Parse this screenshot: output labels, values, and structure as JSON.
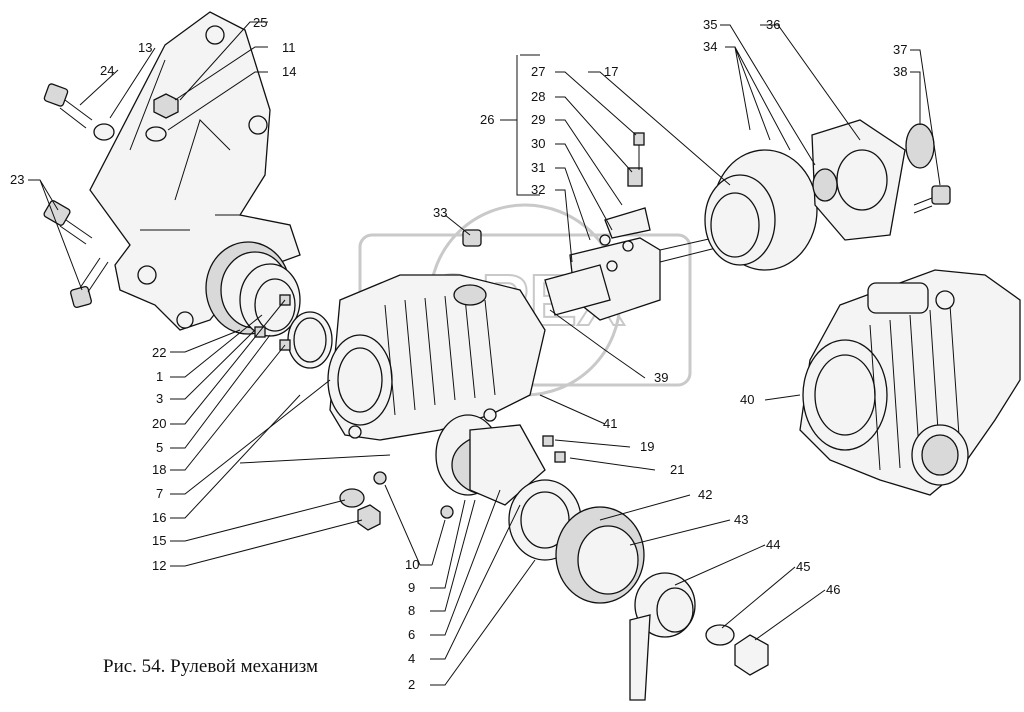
{
  "caption": "Рис. 54. Рулевой механизм",
  "watermark": "OPEX",
  "callouts": {
    "c1": "1",
    "c2": "2",
    "c3": "3",
    "c4": "4",
    "c5": "5",
    "c6": "6",
    "c7": "7",
    "c8": "8",
    "c9": "9",
    "c10": "10",
    "c11": "11",
    "c12": "12",
    "c13": "13",
    "c14": "14",
    "c15": "15",
    "c16": "16",
    "c17": "17",
    "c18": "18",
    "c19": "19",
    "c20": "20",
    "c21": "21",
    "c22": "22",
    "c23": "23",
    "c24": "24",
    "c25": "25",
    "c26": "26",
    "c27": "27",
    "c28": "28",
    "c29": "29",
    "c30": "30",
    "c31": "31",
    "c32": "32",
    "c33": "33",
    "c34": "34",
    "c35": "35",
    "c36": "36",
    "c37": "37",
    "c38": "38",
    "c39": "39",
    "c40": "40",
    "c41": "41",
    "c42": "42",
    "c43": "43",
    "c44": "44",
    "c45": "45",
    "c46": "46"
  }
}
